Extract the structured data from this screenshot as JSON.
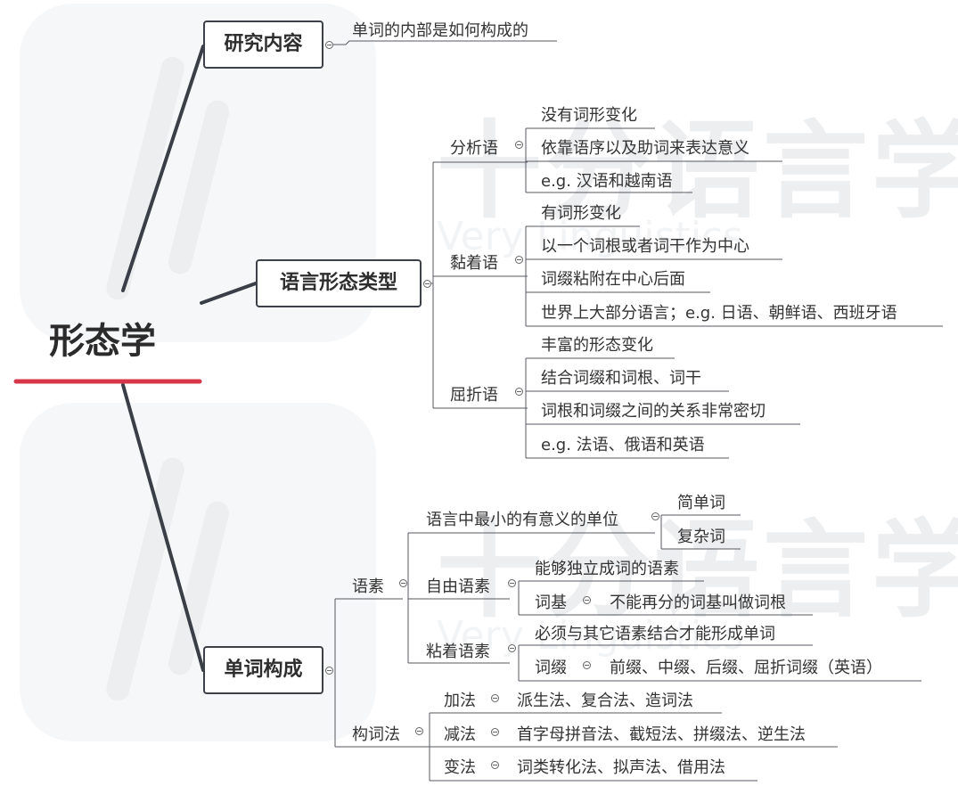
{
  "root": {
    "title": "形态学",
    "underline_color": "#d7354a"
  },
  "watermark": {
    "glyph_top": "十分语言学",
    "glyph_bottom": "十分语言学",
    "sub_top": "Very Linguistics",
    "sub_bottom": "Very Linguistics"
  },
  "branches": {
    "research": {
      "label": "研究内容",
      "child": "单词的内部是如何构成的"
    },
    "types": {
      "label": "语言形态类型",
      "analytic": {
        "label": "分析语",
        "items": [
          "没有词形变化",
          "依靠语序以及助词来表达意义",
          "e.g. 汉语和越南语"
        ]
      },
      "agglutinative": {
        "label": "黏着语",
        "items": [
          "有词形变化",
          "以一个词根或者词干作为中心",
          "词缀粘附在中心后面",
          "世界上大部分语言；e.g. 日语、朝鲜语、西班牙语"
        ]
      },
      "fusional": {
        "label": "屈折语",
        "items": [
          "丰富的形态变化",
          "结合词缀和词根、词干",
          "词根和词缀之间的关系非常密切",
          "e.g. 法语、俄语和英语"
        ]
      }
    },
    "word_formation": {
      "label": "单词构成",
      "morpheme": {
        "label": "语素",
        "smallest": {
          "label": "语言中最小的有意义的单位",
          "items": [
            "简单词",
            "复杂词"
          ]
        },
        "free": {
          "label": "自由语素",
          "item1": "能够独立成词的语素",
          "sub_label": "词基",
          "sub_item": "不能再分的词基叫做词根"
        },
        "bound": {
          "label": "粘着语素",
          "item1": "必须与其它语素结合才能形成单词",
          "sub_label": "词缀",
          "sub_item": "前缀、中缀、后缀、屈折词缀（英语）"
        }
      },
      "methods": {
        "label": "构词法",
        "rows": [
          {
            "label": "加法",
            "item": "派生法、复合法、造词法"
          },
          {
            "label": "减法",
            "item": "首字母拼音法、截短法、拼缀法、逆生法"
          },
          {
            "label": "变法",
            "item": "词类转化法、拟声法、借用法"
          }
        ]
      }
    }
  }
}
